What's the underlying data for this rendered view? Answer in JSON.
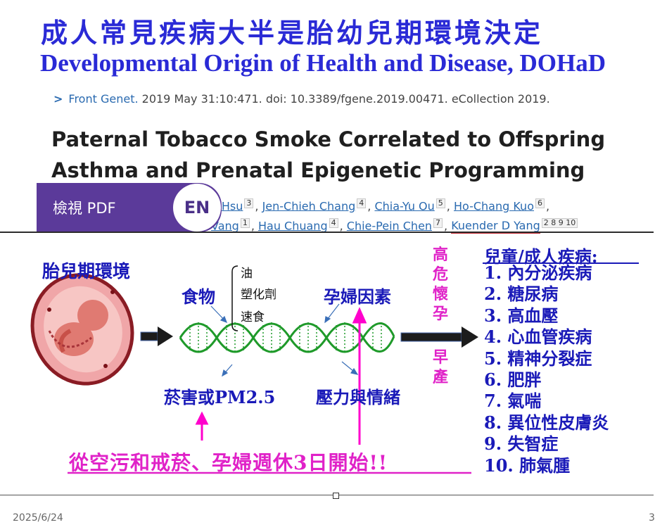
{
  "slide": {
    "title_zh": "成人常見疾病大半是胎幼兒期環境決定",
    "title_en": "Developmental Origin of Health and Disease, DOHaD"
  },
  "citation": {
    "journal": "Front Genet.",
    "details": " 2019 May 31:10:471. doi: 10.3389/fgene.2019.00471. eCollection 2019."
  },
  "paper": {
    "title": "Paternal Tobacco Smoke Correlated to Offspring Asthma and Prenatal Epigenetic Programming",
    "authors_line1": [
      {
        "name": "o Hsu",
        "sup": "3"
      },
      {
        "name": "Jen-Chieh Chang",
        "sup": "4"
      },
      {
        "name": "Chia-Yu Ou",
        "sup": "5"
      },
      {
        "name": "Ho-Chang Kuo",
        "sup": "6"
      }
    ],
    "authors_line2": [
      {
        "name": "Vang",
        "sup": "1"
      },
      {
        "name": "Hau Chuang",
        "sup": "4"
      },
      {
        "name": "Chie-Pein Chen",
        "sup": "7"
      },
      {
        "name": "Kuender D Yang",
        "sup": "2 8 9 10"
      }
    ]
  },
  "overlay": {
    "pdf_button": "檢視 PDF",
    "lang_button": "EN"
  },
  "diagram": {
    "environment_label": "胎兒期環境",
    "food_label": "食物",
    "food_items": [
      "油",
      "塑化劑",
      "速食"
    ],
    "pregnant_factor": "孕婦因素",
    "smoke_label": "菸害或PM2.5",
    "stress_label": "壓力與情緒",
    "high_risk": "高危懷孕",
    "preterm": "早產",
    "call_to_action": "從空污和戒菸、孕婦週休3日開始!!",
    "colors": {
      "blue": "#1a1ab8",
      "pink": "#e022c8",
      "helix": "#1f9a2a"
    }
  },
  "outcomes": {
    "title": "兒童/成人疾病:",
    "items": [
      "1. 內分泌疾病",
      "2. 糖尿病",
      "3. 高血壓",
      "4. 心血管疾病",
      "5. 精神分裂症",
      "6. 肥胖",
      "7. 氣喘",
      "8. 異位性皮膚炎",
      "9. 失智症",
      "10. 肺氣腫"
    ]
  },
  "footer": {
    "date": "2025/6/24",
    "page_number": "3"
  }
}
